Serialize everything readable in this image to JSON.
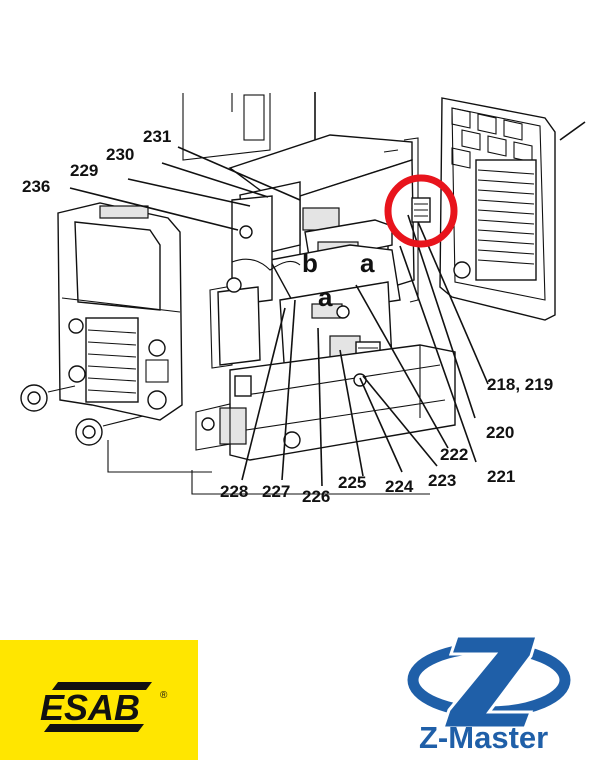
{
  "callouts": {
    "c218": "218, 219",
    "c220": "220",
    "c221": "221",
    "c222": "222",
    "c223": "223",
    "c224": "224",
    "c225": "225",
    "c226": "226",
    "c227": "227",
    "c228": "228",
    "c229": "229",
    "c230": "230",
    "c231": "231",
    "c236": "236"
  },
  "markers": {
    "a1": "a",
    "a2": "a",
    "b": "b"
  },
  "highlight": {
    "color": "#e8141c",
    "shape": "circle"
  },
  "logos": {
    "esab": {
      "text": "ESAB",
      "registered": "®",
      "background": "#ffe600",
      "text_color": "#111111"
    },
    "zmaster": {
      "text": "Z-Master",
      "color": "#1f5fa8"
    }
  }
}
